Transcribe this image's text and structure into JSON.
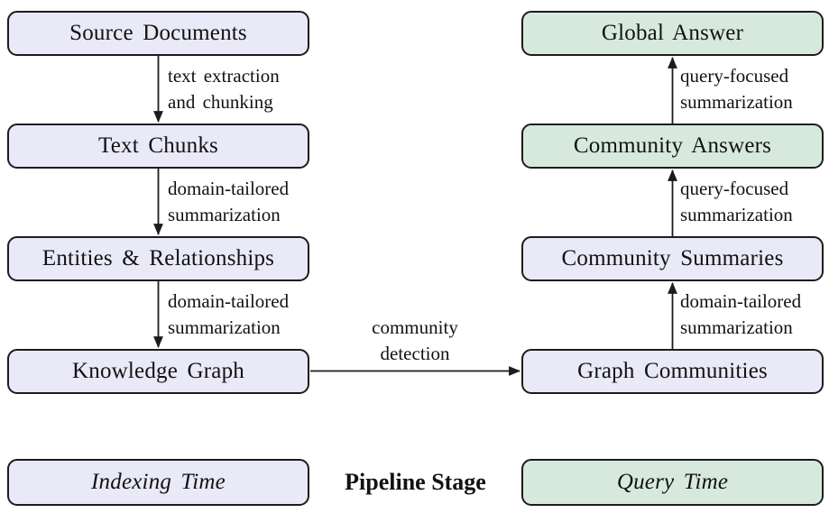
{
  "colors": {
    "indexing_fill": "#e9e9f8",
    "query_fill": "#d7e9dd",
    "border": "#1c1c1c"
  },
  "pipeline": {
    "indexing_nodes": [
      {
        "label": "Source Documents"
      },
      {
        "label": "Text Chunks"
      },
      {
        "label": "Entities & Relationships"
      },
      {
        "label": "Knowledge Graph"
      }
    ],
    "query_nodes": [
      {
        "label": "Global Answer"
      },
      {
        "label": "Community Answers"
      },
      {
        "label": "Community Summaries"
      },
      {
        "label": "Graph Communities"
      }
    ],
    "edges": [
      {
        "from": "Source Documents",
        "to": "Text Chunks",
        "label": "text extraction\nand chunking"
      },
      {
        "from": "Text Chunks",
        "to": "Entities & Relationships",
        "label": "domain-tailored\nsummarization"
      },
      {
        "from": "Entities & Relationships",
        "to": "Knowledge Graph",
        "label": "domain-tailored\nsummarization"
      },
      {
        "from": "Knowledge Graph",
        "to": "Graph Communities",
        "label": "community\ndetection"
      },
      {
        "from": "Graph Communities",
        "to": "Community Summaries",
        "label": "domain-tailored\nsummarization"
      },
      {
        "from": "Community Summaries",
        "to": "Community Answers",
        "label": "query-focused\nsummarization"
      },
      {
        "from": "Community Answers",
        "to": "Global Answer",
        "label": "query-focused\nsummarization"
      }
    ]
  },
  "legend": {
    "indexing_label": "Indexing Time",
    "stage_label": "Pipeline Stage",
    "query_label": "Query Time"
  }
}
